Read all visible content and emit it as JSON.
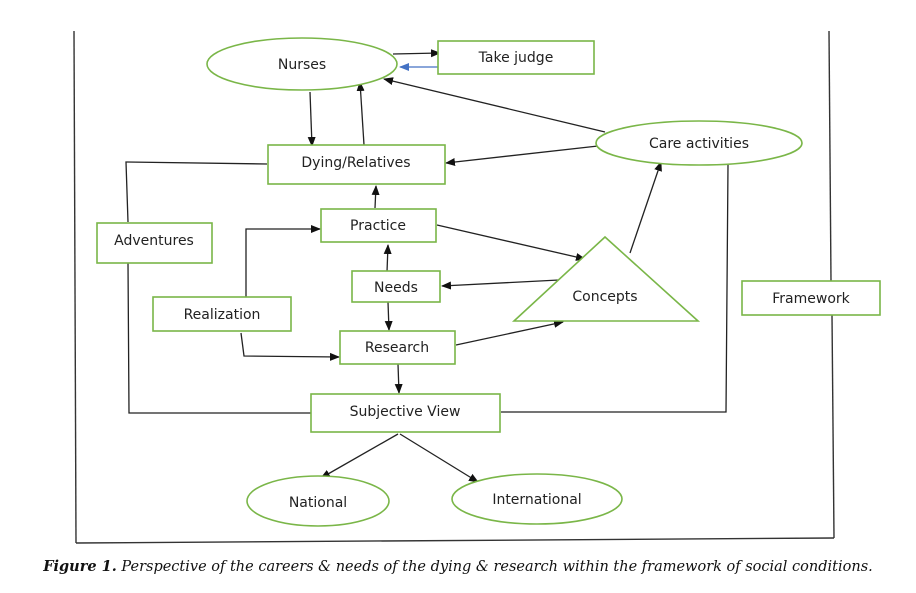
{
  "nodes": {
    "nurses": {
      "label": "Nurses",
      "shape": "ellipse"
    },
    "take_judge": {
      "label": "Take judge",
      "shape": "rectangle"
    },
    "care_activities": {
      "label": "Care activities",
      "shape": "ellipse"
    },
    "dying_relatives": {
      "label": "Dying/Relatives",
      "shape": "rectangle"
    },
    "adventures": {
      "label": "Adventures",
      "shape": "rectangle"
    },
    "practice": {
      "label": "Practice",
      "shape": "rectangle"
    },
    "needs": {
      "label": "Needs",
      "shape": "rectangle"
    },
    "concepts": {
      "label": "Concepts",
      "shape": "triangle"
    },
    "realization": {
      "label": "Realization",
      "shape": "rectangle"
    },
    "research": {
      "label": "Research",
      "shape": "rectangle"
    },
    "framework": {
      "label": "Framework",
      "shape": "rectangle"
    },
    "subjective_view": {
      "label": "Subjective View",
      "shape": "rectangle"
    },
    "national": {
      "label": "National",
      "shape": "ellipse"
    },
    "international": {
      "label": "International",
      "shape": "ellipse"
    }
  },
  "edges": [
    {
      "from": "Nurses",
      "to": "Take judge",
      "arrow": true
    },
    {
      "from": "Take judge",
      "to": "Nurses",
      "arrow": true,
      "color": "#4472c4"
    },
    {
      "from": "Nurses",
      "to": "Dying/Relatives",
      "arrow": true
    },
    {
      "from": "Dying/Relatives",
      "to": "Nurses",
      "arrow": true
    },
    {
      "from": "Care activities",
      "to": "Nurses",
      "arrow": true
    },
    {
      "from": "Care activities",
      "to": "Dying/Relatives",
      "arrow": true
    },
    {
      "from": "Practice",
      "to": "Dying/Relatives",
      "arrow": true
    },
    {
      "from": "Practice",
      "to": "Concepts",
      "arrow": true
    },
    {
      "from": "Concepts",
      "to": "Care activities",
      "arrow": true
    },
    {
      "from": "Concepts",
      "to": "Needs",
      "arrow": true
    },
    {
      "from": "Needs",
      "to": "Practice",
      "arrow": true
    },
    {
      "from": "Needs",
      "to": "Research",
      "arrow": true
    },
    {
      "from": "Research",
      "to": "Concepts",
      "arrow": true
    },
    {
      "from": "Realization",
      "to": "Practice",
      "arrow": true
    },
    {
      "from": "Realization",
      "to": "Research",
      "arrow": true
    },
    {
      "from": "Research",
      "to": "Subjective View",
      "arrow": true
    },
    {
      "from": "Subjective View",
      "to": "National",
      "arrow": true
    },
    {
      "from": "Subjective View",
      "to": "International",
      "arrow": true
    },
    {
      "from": "Dying/Relatives",
      "to": "Subjective View",
      "arrow": false,
      "via": "Adventures"
    },
    {
      "from": "Care activities",
      "to": "Subjective View",
      "arrow": false
    }
  ],
  "colors": {
    "node_border": "#7ab648",
    "line": "#222222",
    "feedback_arrow": "#4472c4"
  },
  "caption": {
    "label": "Figure 1.",
    "text": " Perspective of the careers & needs of the dying & research within the framework of social conditions."
  }
}
